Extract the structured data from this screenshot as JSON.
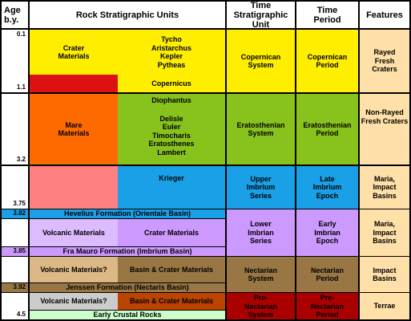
{
  "colors": {
    "yellow": "#ffee00",
    "red": "#dd1111",
    "orange": "#ff6a00",
    "green": "#88c21c",
    "pink": "#ff8080",
    "blue": "#1aa0e6",
    "lavender": "#cc99ff",
    "lavenderLight": "#ddbbff",
    "tan": "#dcb886",
    "brown": "#997744",
    "grey": "#cccccc",
    "rust": "#bb4400",
    "maroon": "#aa0000",
    "paleGreen": "#ccffcc",
    "featureBg": "#ffe0a8",
    "header": "#ffffff"
  },
  "headers": {
    "age": "Age b.y.",
    "rock_units": "Rock Stratigraphic Units",
    "time_strat": "Time Stratigraphic Unit",
    "time_period": "Time Period",
    "features": "Features"
  },
  "ages": {
    "a0_1": "0.1",
    "a1_1": "1.1",
    "a3_2": "3.2",
    "a3_75": "3.75",
    "a3_82": "3.82",
    "a3_85": "3.85",
    "a3_92": "3.92",
    "a4_5": "4.5"
  },
  "rock": {
    "crater_materials": "Crater Materials",
    "copernican_craters": [
      "Tycho",
      "Aristarchus",
      "Kepler",
      "Pytheas"
    ],
    "copernicus": "Copernicus",
    "diophantus": "Diophantus",
    "eratosthenian_craters": [
      "Delisle",
      "Euler",
      "Timocharis",
      "Eratosthenes",
      "Lambert"
    ],
    "mare_materials": "Mare Materials",
    "krieger": "Krieger",
    "hevelius": "Hevelius Formation (Orientale Basin)",
    "volcanic_materials": "Volcanic Materials",
    "crater_materials_2": "Crater Materials",
    "fra_mauro": "Fra Mauro Formation (Imbrium Basin)",
    "volcanic_materials_q": "Volcanic Materials?",
    "basin_crater_materials": "Basin & Crater Materials",
    "janssen": "Jenssen Formation (Nectaris Basin)",
    "volcanic_materials_q2": "Volcanic Materials?",
    "basin_crater_materials_2": "Basin & Crater Materials",
    "early_crustal": "Early Crustal Rocks"
  },
  "time_units": {
    "copernican_system": "Copernican System",
    "eratosthenian_system": "Eratosthenian System",
    "upper_imbrium": "Upper Imbrium Series",
    "lower_imbrian": "Lower Imbrian Series",
    "nectarian_system": "Nectarian System",
    "pre_nectarian_system": "Pre-Nectarian System"
  },
  "periods": {
    "copernican": "Copernican Period",
    "eratosthenian": "Eratosthenian Period",
    "late_imbrium": "Late Imbrium Epoch",
    "early_imbrian": "Early Imbrian Epoch",
    "nectarian": "Nectarian Period",
    "pre_nectarian": "Pre-Nectarian Period"
  },
  "features": {
    "rayed": "Rayed Fresh Craters",
    "non_rayed": "Non-Rayed Fresh Craters",
    "maria_1": "Maria, Impact Basins",
    "maria_2": "Maria, Impact Basins",
    "impact_basins": "Impact Basins",
    "terrae": "Terrae"
  }
}
